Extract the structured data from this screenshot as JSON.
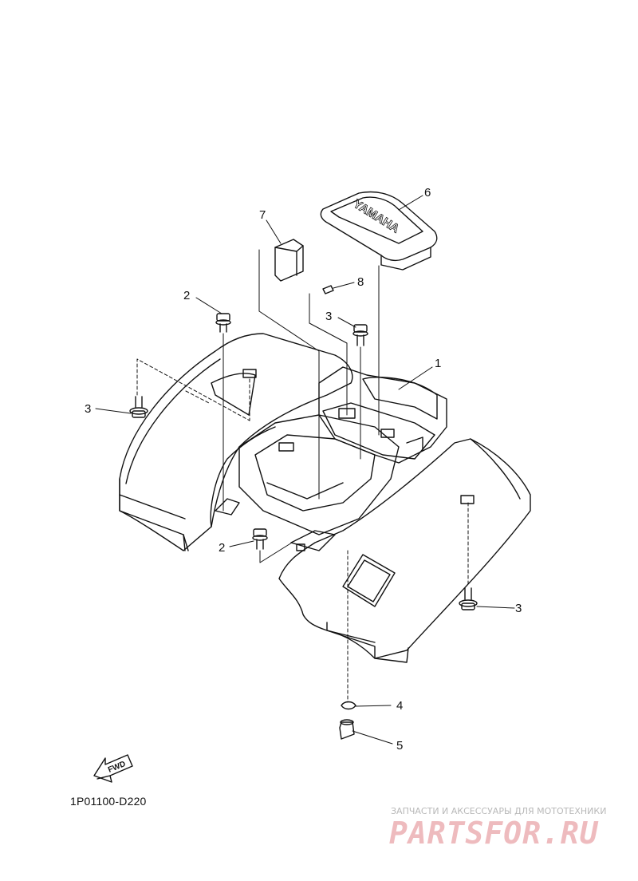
{
  "diagram": {
    "part_code": "1P01100-D220",
    "fwd_label": "FWD",
    "logo_text": "YAMAHA",
    "callouts": [
      "1",
      "2",
      "2",
      "3",
      "3",
      "3",
      "4",
      "5",
      "6",
      "7",
      "8"
    ]
  },
  "watermark": {
    "caption": "ЗАПЧАСТИ И АКСЕССУАРЫ ДЛЯ МОТОТЕХНИКИ",
    "logo": "PARTSFOR.RU"
  }
}
